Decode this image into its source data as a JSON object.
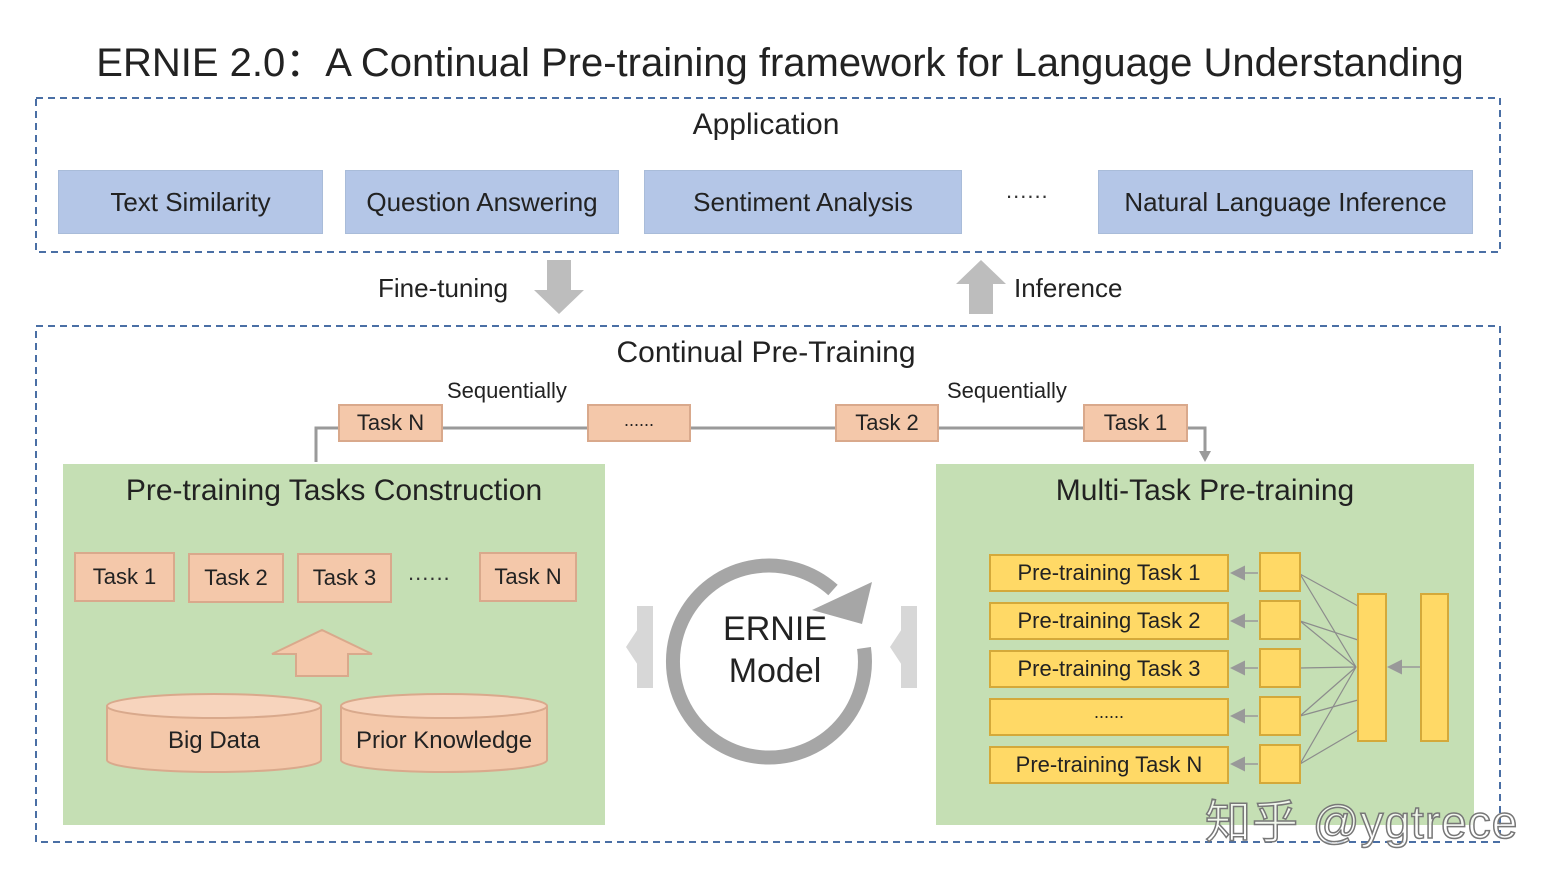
{
  "title": "ERNIE 2.0：A Continual Pre-training framework for Language Understanding",
  "application": {
    "title": "Application",
    "tasks": [
      "Text Similarity",
      "Question Answering",
      "Sentiment Analysis",
      "Natural Language Inference"
    ],
    "ellipsis": "......"
  },
  "arrows": {
    "fine_tuning": "Fine-tuning",
    "inference": "Inference"
  },
  "continual": {
    "title": "Continual Pre-Training",
    "sequence": [
      "Task N",
      "......",
      "Task 2",
      "Task 1"
    ],
    "sequentially_label": "Sequentially"
  },
  "construction": {
    "title": "Pre-training Tasks Construction",
    "tasks": [
      "Task 1",
      "Task 2",
      "Task 3",
      "......",
      "Task N"
    ],
    "sources": [
      "Big Data",
      "Prior Knowledge"
    ]
  },
  "model": {
    "line1": "ERNIE",
    "line2": "Model"
  },
  "multitask": {
    "title": "Multi-Task Pre-training",
    "tasks": [
      "Pre-training Task 1",
      "Pre-training Task 2",
      "Pre-training Task 3",
      "......",
      "Pre-training Task N"
    ]
  },
  "watermark": "知乎 @ygtrece",
  "colors": {
    "application_box": "#b4c6e7",
    "green_panel": "#c5dfb4",
    "peach_box": "#f4c8aa",
    "yellow_box": "#ffd966",
    "dashed_border": "#4a6fa5",
    "grey_arrow": "#bdbdbd"
  }
}
